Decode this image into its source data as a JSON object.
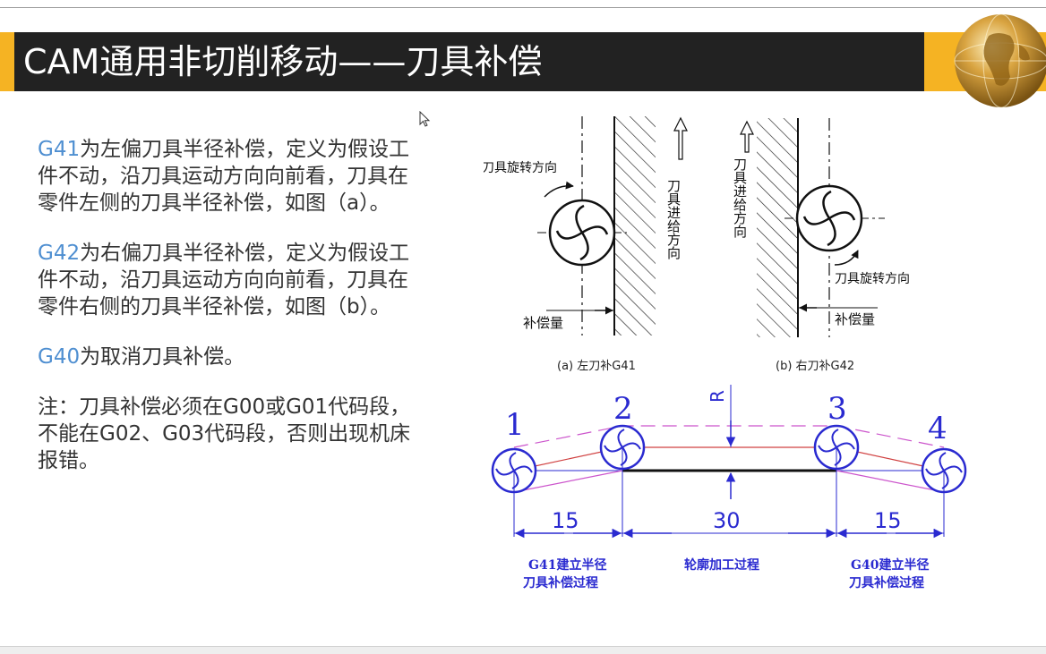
{
  "slide": {
    "title": "CAM通用非切削移动——刀具补偿",
    "paragraphs": [
      {
        "code": "G41",
        "text": "为左偏刀具半径补偿，定义为假设工件不动，沿刀具运动方向向前看，刀具在零件左侧的刀具半径补偿，如图（a）。"
      },
      {
        "code": "G42",
        "text": "为右偏刀具半径补偿，定义为假设工件不动，沿刀具运动方向向前看，刀具在零件右侧的刀具半径补偿，如图（b）。"
      },
      {
        "code": "G40",
        "text": "为取消刀具补偿。"
      },
      {
        "code": "",
        "text": "注：刀具补偿必须在G00或G01代码段，不能在G02、G03代码段，否则出现机床报错。"
      }
    ]
  },
  "diagram": {
    "a": {
      "rotation_label": "刀具旋转方向",
      "feed_label": "刀具进给方向",
      "comp_label": "补偿量",
      "caption": "(a) 左刀补G41"
    },
    "b": {
      "rotation_label": "刀具旋转方向",
      "feed_label": "刀具进给方向",
      "comp_label": "补偿量",
      "caption": "(b) 右刀补G42"
    },
    "path": {
      "points": [
        "1",
        "2",
        "3",
        "4"
      ],
      "radius_label": "R",
      "dims": [
        "15",
        "30",
        "15"
      ],
      "stages": [
        {
          "line1": "G41建立半径",
          "line2": "刀具补偿过程"
        },
        {
          "line1": "轮廓加工过程",
          "line2": ""
        },
        {
          "line1": "G40建立半径",
          "line2": "刀具补偿过程"
        }
      ]
    }
  },
  "colors": {
    "accent": "#f5b323",
    "title_bg": "#222222",
    "code": "#4f8fd1",
    "diagram_blue": "#2a2ad0",
    "diagram_red": "#d04040",
    "diagram_pink": "#cc55cc"
  }
}
